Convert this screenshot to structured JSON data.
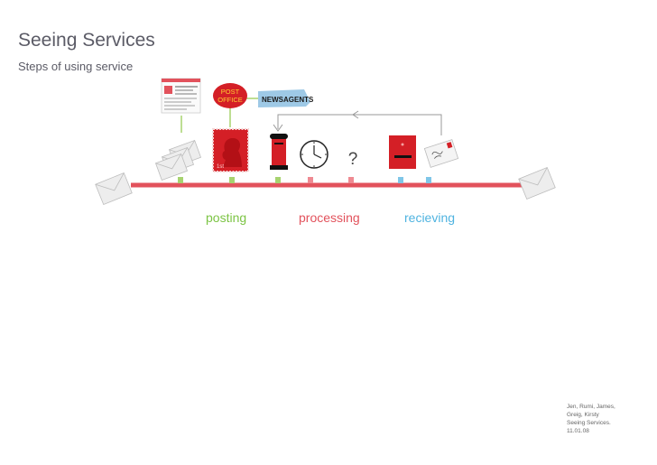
{
  "title": "Seeing Services",
  "subtitle": "Steps of using service",
  "phases": [
    {
      "label": "posting",
      "color": "#7cc444"
    },
    {
      "label": "processing",
      "color": "#e2525c"
    },
    {
      "label": "recieving",
      "color": "#4fb3e0"
    }
  ],
  "signs": {
    "post_office": [
      "POST",
      "OFFICE"
    ],
    "newsagents": "NEWSAGENTS",
    "question": "?",
    "stamp_value": "1st"
  },
  "credits": [
    "Jen, Rumi, James,",
    "Greig, Kirsty",
    "Seeing Services.",
    "11.01.08"
  ],
  "colors": {
    "timeline": "#e2525c",
    "posting": "#a7d36f",
    "processing": "#ef8a92",
    "recieving": "#7fc6e8",
    "text": "#5b5b66",
    "connector": "#999999"
  },
  "icons": [
    "envelope-icon",
    "web-page-icon",
    "post-office-sign-icon",
    "newsagents-sign-icon",
    "envelopes-stack-icon",
    "stamp-icon",
    "post-box-icon",
    "clock-icon",
    "question-mark-icon",
    "delivery-card-icon",
    "addressed-letter-icon"
  ]
}
